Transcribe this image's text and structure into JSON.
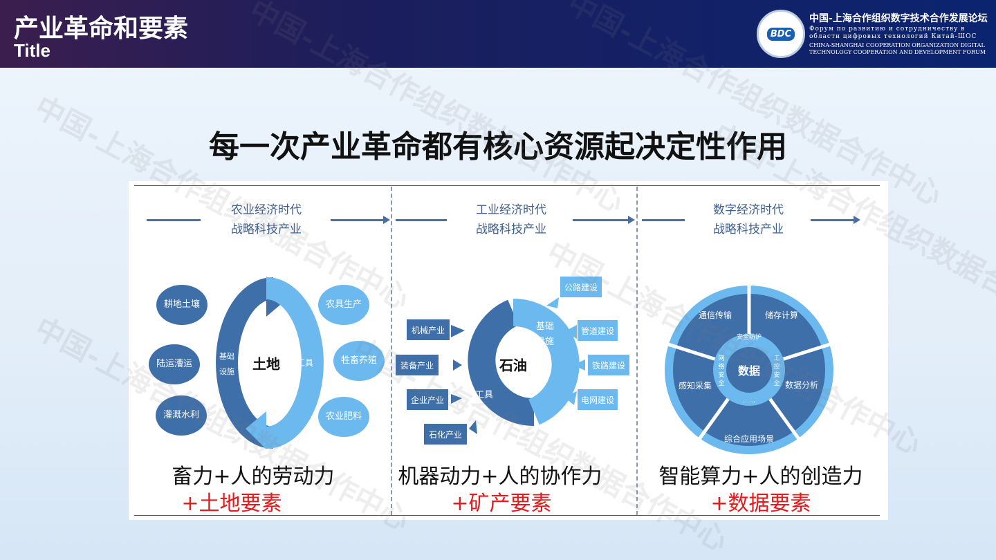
{
  "header": {
    "title": "产业革命和要素",
    "subtitle": "Title",
    "logo_text": "BDC",
    "org_cn": "中国-上海合作组织数字技术合作发展论坛",
    "org_ru": "Форум по развитию и сотрудничеству в области цифровых технологий Китай-ШОС",
    "org_en": "CHINA-SHANGHAI COOPERATION ORGANIZATION DIGITAL TECHNOLOGY COOPERATION AND DEVELOPMENT FORUM"
  },
  "heading": "每一次产业革命都有核心资源起决定性作用",
  "watermark": "中国-上海合作组织数据合作中心",
  "columns": [
    {
      "era1": "农业经济时代",
      "era2": "战略科技产业",
      "center": "土地",
      "ring_left": "基础设施",
      "ring_right": "工具",
      "left_items": [
        "耕地土壤",
        "陆运漕运",
        "灌溉水利"
      ],
      "right_items": [
        "农具生产",
        "牲畜养殖",
        "农业肥料"
      ],
      "caption": "畜力+人的劳动力",
      "element": "+土地要素"
    },
    {
      "era1": "工业经济时代",
      "era2": "战略科技产业",
      "center": "石油",
      "ring_left": "工具",
      "ring_right": "基础设施",
      "left_items": [
        "机械产业",
        "装备产业",
        "企业产业",
        "石化产业"
      ],
      "right_items": [
        "公路建设",
        "管道建设",
        "铁路建设",
        "电网建设"
      ],
      "caption": "机器动力+人的协作力",
      "element": "+矿产要素"
    },
    {
      "era1": "数字经济时代",
      "era2": "战略科技产业",
      "center": "数据",
      "segments": [
        "通信传输",
        "储存计算",
        "数据分析",
        "综合应用场景",
        "感知采集"
      ],
      "inner": [
        "安全防护",
        "网络安全",
        "工控安全",
        "……"
      ],
      "caption": "智能算力+人的创造力",
      "element": "+数据要素"
    }
  ],
  "colors": {
    "dark": "#3f6fa8",
    "light": "#6cb9ef",
    "accent_red": "#e8191c"
  }
}
